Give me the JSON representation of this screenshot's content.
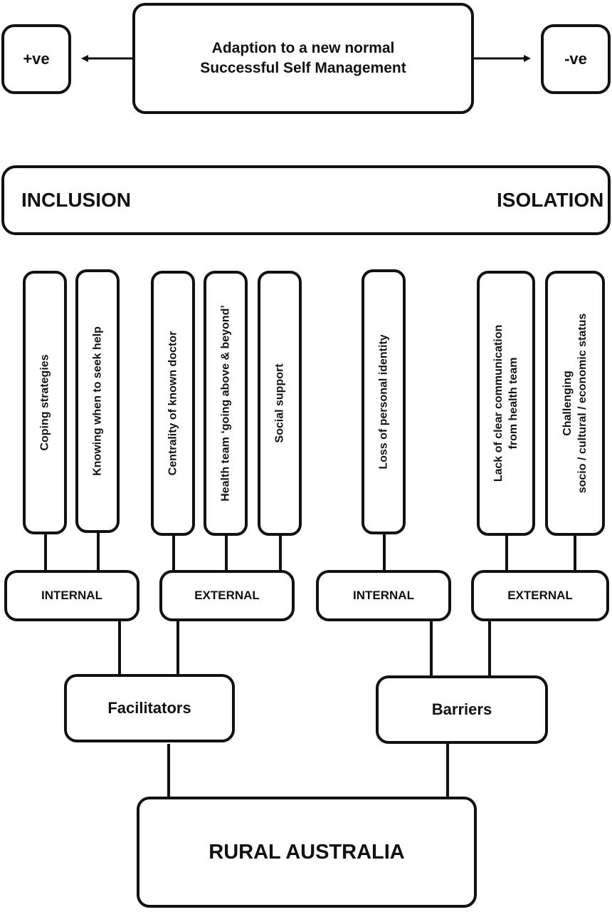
{
  "outcome": {
    "line1": "Adaption to a new normal",
    "line2": "Successful Self Management"
  },
  "positive": "+ve",
  "negative": "-ve",
  "spectrum": {
    "left": "INCLUSION",
    "right": "ISOLATION"
  },
  "factors": {
    "coping": "Coping strategies",
    "knowing": "Knowing when to seek help",
    "centrality": "Centrality of known doctor",
    "health_team": "Health team ‘going above & beyond’",
    "social": "Social support",
    "identity": "Loss of personal identity",
    "communication": {
      "line1": "Lack of clear communication",
      "line2": "from health team"
    },
    "challenging": {
      "line1": "Challenging",
      "line2": "socio / cultural / economic status"
    }
  },
  "groups": {
    "fac_internal": "INTERNAL",
    "fac_external": "EXTERNAL",
    "bar_internal": "INTERNAL",
    "bar_external": "EXTERNAL"
  },
  "facilitators": "Facilitators",
  "barriers": "Barriers",
  "root": "RURAL AUSTRALIA"
}
